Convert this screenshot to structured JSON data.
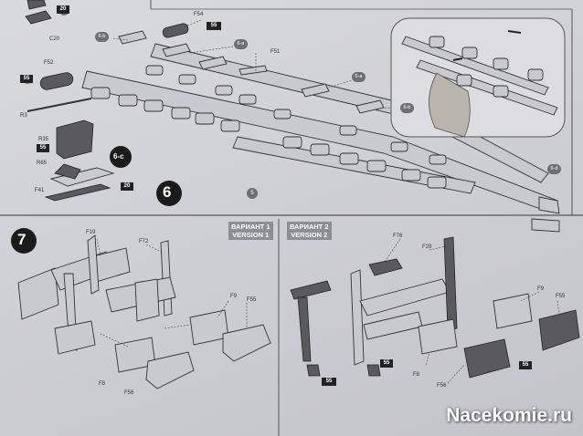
{
  "watermark": "Nacekomie.ru",
  "step6": {
    "number": "6",
    "sub_steps": [
      "6-a",
      "6-b",
      "6-c",
      "6-d"
    ],
    "part_labels": [
      "F54",
      "F51",
      "F52",
      "F41",
      "R35",
      "R65",
      "R3",
      "C20",
      "5",
      "6c"
    ],
    "quantity_badges": [
      "55",
      "20",
      "55",
      "20",
      "55"
    ]
  },
  "step7": {
    "number": "7",
    "variant1": {
      "title": "ВАРИАНТ 1",
      "subtitle": "VERSION 1"
    },
    "variant2": {
      "title": "ВАРИАНТ 2",
      "subtitle": "VERSION 2"
    },
    "part_labels_v1": [
      "F19",
      "F72",
      "F9",
      "F55",
      "F8",
      "F56"
    ],
    "part_labels_v2": [
      "F76",
      "F29",
      "F9",
      "F55",
      "F8",
      "F56"
    ],
    "quantity_badges": [
      "55",
      "55",
      "55"
    ]
  }
}
